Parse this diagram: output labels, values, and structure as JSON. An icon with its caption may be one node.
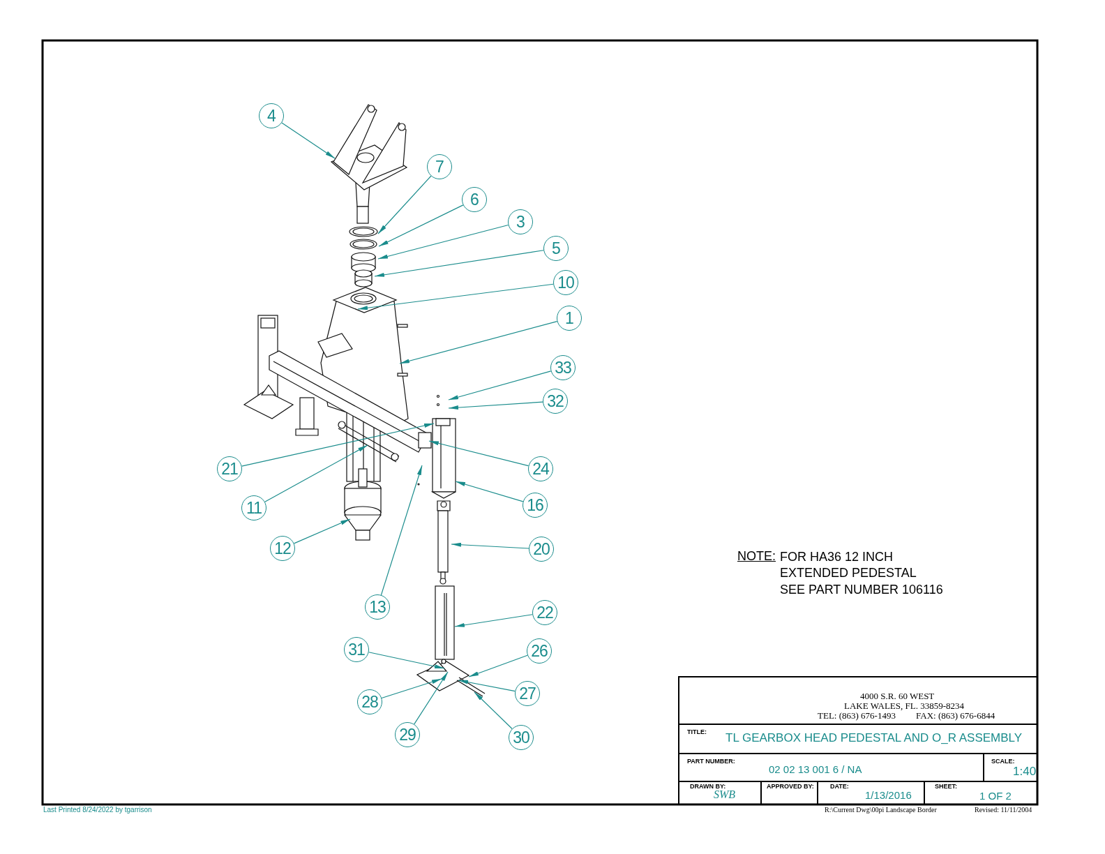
{
  "diagram": {
    "nodes": [
      {
        "text": [
          "4"
        ]
      },
      {
        "text": [
          "7"
        ]
      },
      {
        "text": [
          "6"
        ]
      },
      {
        "text": [
          "3"
        ]
      },
      {
        "text": [
          "5"
        ]
      },
      {
        "text": [
          "10"
        ]
      },
      {
        "text": [
          "1"
        ]
      },
      {
        "text": [
          "33"
        ]
      },
      {
        "text": [
          "32"
        ]
      },
      {
        "text": [
          "21"
        ]
      },
      {
        "text": [
          "24"
        ]
      },
      {
        "text": [
          "16"
        ]
      },
      {
        "text": [
          "11"
        ]
      },
      {
        "text": [
          "12"
        ]
      },
      {
        "text": [
          "20"
        ]
      },
      {
        "text": [
          "13"
        ]
      },
      {
        "text": [
          "22"
        ]
      },
      {
        "text": [
          "31"
        ]
      },
      {
        "text": [
          "26"
        ]
      },
      {
        "text": [
          "27"
        ]
      },
      {
        "text": [
          "28"
        ]
      },
      {
        "text": [
          "29"
        ]
      },
      {
        "text": [
          "30"
        ]
      }
    ],
    "edges": [
      {
        "from": 0,
        "to": null,
        "arrow": "to"
      },
      {
        "from": 1,
        "to": null,
        "arrow": "to"
      },
      {
        "from": 2,
        "to": null,
        "arrow": "to"
      },
      {
        "from": 3,
        "to": null,
        "arrow": "to"
      },
      {
        "from": 4,
        "to": null,
        "arrow": "to"
      },
      {
        "from": 5,
        "to": null,
        "arrow": "to"
      },
      {
        "from": 6,
        "to": null,
        "arrow": "to"
      },
      {
        "from": 7,
        "to": null,
        "arrow": "to"
      },
      {
        "from": 8,
        "to": null,
        "arrow": "to"
      },
      {
        "from": 9,
        "to": null,
        "arrow": "to"
      },
      {
        "from": 10,
        "to": null,
        "arrow": "to"
      },
      {
        "from": 11,
        "to": null,
        "arrow": "to"
      },
      {
        "from": 12,
        "to": null,
        "arrow": "to"
      },
      {
        "from": 13,
        "to": null,
        "arrow": "to"
      },
      {
        "from": 14,
        "to": null,
        "arrow": "to"
      },
      {
        "from": 15,
        "to": null,
        "arrow": "to"
      },
      {
        "from": 16,
        "to": null,
        "arrow": "to"
      },
      {
        "from": 17,
        "to": null,
        "arrow": "to"
      },
      {
        "from": 18,
        "to": null,
        "arrow": "to"
      },
      {
        "from": 19,
        "to": null,
        "arrow": "to"
      },
      {
        "from": 20,
        "to": null,
        "arrow": "to"
      },
      {
        "from": 21,
        "to": null,
        "arrow": "to"
      },
      {
        "from": 22,
        "to": null,
        "arrow": "to"
      }
    ],
    "labels": [
      "NOTE:",
      "FOR HA36 12 INCH EXTENDED PEDESTAL SEE PART NUMBER 106116",
      "4000 S.R. 60 WEST",
      "LAKE WALES, FL. 33859-8234",
      "TEL: (863) 676-1493",
      "FAX: (863) 676-6844",
      "TITLE:",
      "TL GEARBOX HEAD PEDESTAL AND O_R ASSEMBLY",
      "PART NUMBER:",
      "02 02 13 001 6 / NA",
      "SCALE:",
      "1:40",
      "DRAWN BY:",
      "SWB",
      "APPROVED BY:",
      "DATE:",
      "1/13/2016",
      "SHEET:",
      "1 OF 2",
      "R:\\Current Dwg\\00pi Landscape Border",
      "Revised: 11/11/2004",
      "Last Printed 8/24/2022 by tgarrison"
    ]
  }
}
